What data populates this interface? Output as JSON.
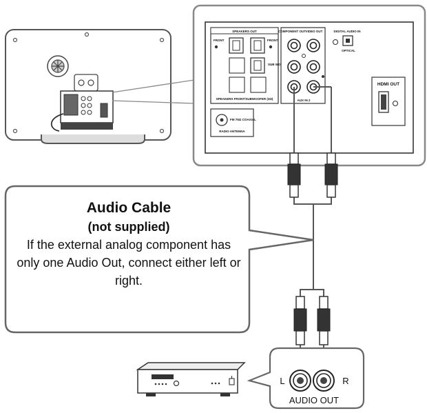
{
  "callout": {
    "title": "Audio Cable",
    "subtitle": "(not supplied)",
    "body": "If the external analog component has only one Audio Out, connect either left or right."
  },
  "panel_labels": {
    "speakers_out": "SPEAKERS OUT",
    "component_out": "COMPONENT OUT",
    "video_out": "VIDEO OUT",
    "digital_audio_in": "DIGITAL AUDIO IN",
    "optical": "OPTICAL",
    "hdmi_out": "HDMI OUT",
    "front_left": "FRONT",
    "front_right": "FRONT",
    "subwoofer": "SUB WOOFER",
    "speakers_strip": "SPEAKERS FRONT/SUBWOOFER (3Ω)",
    "fm_coaxial": "FM 75Ω COAXIAL",
    "radio_antenna": "RADIO ANTENNA",
    "aux_in": "AUX IN 2"
  },
  "audio_jacks": {
    "left": "L",
    "right": "R",
    "title": "AUDIO OUT"
  },
  "colors": {
    "stroke": "#333333",
    "panel_stroke": "#888888",
    "fill_light": "#eeeeee"
  }
}
